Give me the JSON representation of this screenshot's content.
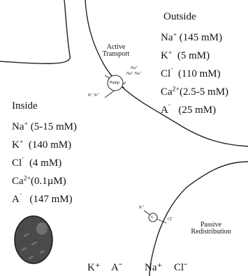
{
  "outside": {
    "title": "Outside",
    "ions": [
      {
        "ion": "Na",
        "charge": "+",
        "conc": "(145 mM)"
      },
      {
        "ion": "K",
        "charge": "+",
        "conc": "(5 mM)"
      },
      {
        "ion": "Cl",
        "charge": "ˉ",
        "conc": "(110 mM)"
      },
      {
        "ion": "Ca",
        "charge": "2+",
        "conc": "(2.5-5 mM)"
      },
      {
        "ion": "A",
        "charge": "ˉ",
        "conc": "(25 mM)"
      }
    ]
  },
  "inside": {
    "title": "Inside",
    "ions": [
      {
        "ion": "Na",
        "charge": "+",
        "conc": "(5-15 mM)"
      },
      {
        "ion": "K",
        "charge": "+",
        "conc": "(140 mM)"
      },
      {
        "ion": "Cl",
        "charge": "ˉ",
        "conc": "(4 mM)"
      },
      {
        "ion": "Ca",
        "charge": "2+",
        "conc": "(0.1µM)"
      },
      {
        "ion": "A",
        "charge": "ˉ",
        "conc": "(147 mM)"
      }
    ]
  },
  "pump": {
    "title_line1": "Active",
    "title_line2": "Transport",
    "label": "Pump",
    "na_out_1": "Na⁺",
    "na_out_2": "Na⁺ Na⁺",
    "k_in": "K⁺ K⁺"
  },
  "passive": {
    "title_line1": "Passive",
    "title_line2": "Redistribution",
    "channel_label": "Aˉ",
    "k_label": "K⁺",
    "cl_label": "Clˉ"
  },
  "bottom": {
    "k": "K⁺",
    "a": "Aˉ",
    "na": "Na⁺",
    "cl": "Clˉ"
  }
}
